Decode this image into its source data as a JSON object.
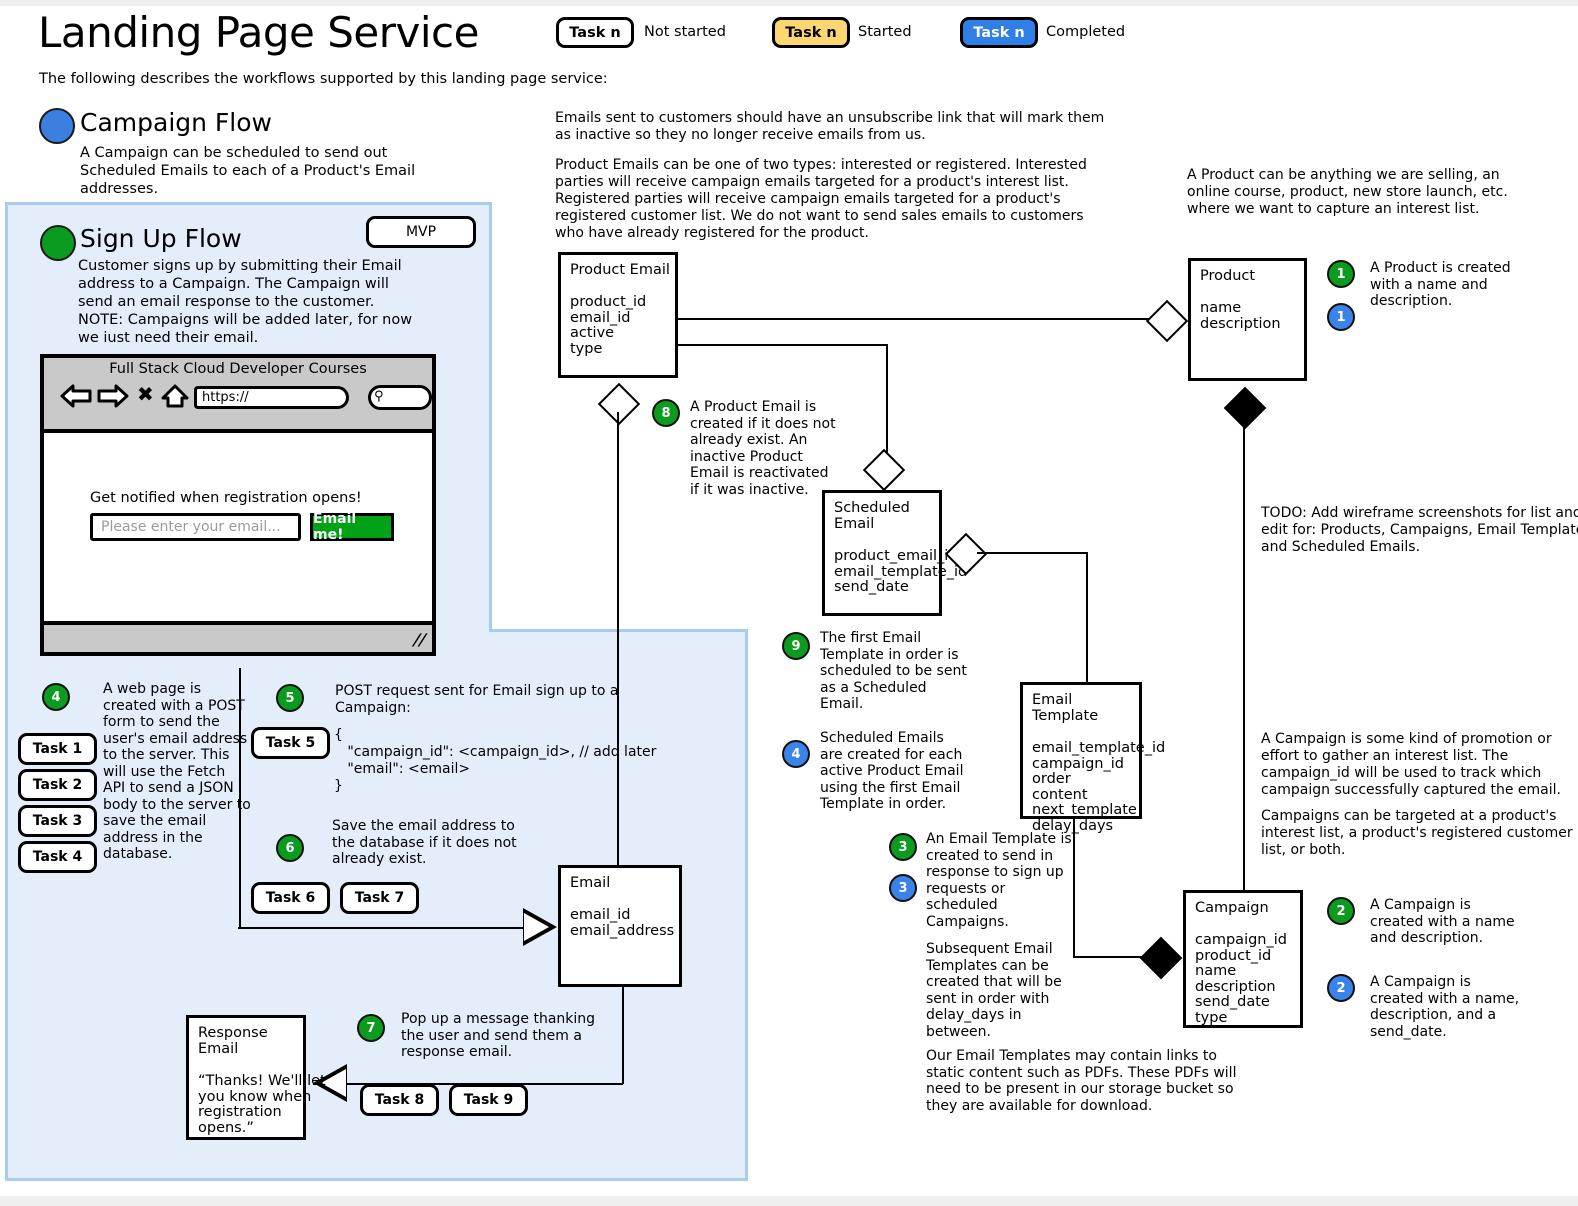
{
  "page": {
    "title": "Landing Page Service",
    "subtitle": "The following describes the workflows supported by this landing page service:"
  },
  "legend": {
    "items": [
      {
        "chip": "Task n",
        "label": "Not started",
        "color": "#ffffff"
      },
      {
        "chip": "Task n",
        "label": "Started",
        "color": "#fcd670"
      },
      {
        "chip": "Task n",
        "label": "Completed",
        "color": "#2f7fe8"
      }
    ]
  },
  "flows": {
    "campaign": {
      "dot_color": "#3b7fe0",
      "title": "Campaign Flow",
      "desc": "A Campaign can be scheduled to send out\nScheduled Emails to each of a Product's Email\naddresses."
    },
    "signup": {
      "dot_color": "#0b9b1e",
      "title": "Sign Up Flow",
      "badge": "MVP",
      "desc": "Customer signs up by submitting their Email\naddress to a Campaign. The Campaign will\nsend an email response to the customer.\nNOTE: Campaigns will be added later, for now\nwe iust need their email."
    }
  },
  "browser_mock": {
    "title": "Full Stack Cloud Developer Courses",
    "url_value": "https://",
    "icons": [
      "back-arrow-icon",
      "forward-arrow-icon",
      "close-x-icon",
      "home-icon",
      "search-icon"
    ],
    "headline": "Get notified when registration opens!",
    "email_placeholder": "Please enter your email...",
    "submit_label": "Email me!",
    "submit_color": "#00a317"
  },
  "notes": {
    "unsubscribe": "Emails sent to customers should have an unsubscribe link that will mark them\nas inactive so they no longer receive emails from us.",
    "product_email_types": "Product Emails can be one of two types: interested or registered. Interested\nparties will receive campaign emails targeted for a product's interest list.\nRegistered parties will receive campaign emails targeted for a product's\nregistered customer list. We do not want to send sales emails to customers\nwho have already registered for the product.",
    "product_definition": "A Product can be anything we are selling, an\nonline course, product, new store launch, etc.\nwhere we want to capture an interest list.",
    "todo": "TODO: Add wireframe screenshots for list and\nedit for: Products, Campaigns, Email Templates,\nand Scheduled Emails.",
    "campaign_definition": "A Campaign is some kind of promotion or\neffort to gather an interest list. The\ncampaign_id will be used to track which\ncampaign successfully captured the email.",
    "campaign_targeting": "Campaigns can be targeted at a product's\ninterest list, a product's registered customer\nlist, or both.",
    "subsequent_templates": "Subsequent Email\nTemplates can be\ncreated that will be\nsent in order with\ndelay_days in\nbetween.",
    "pdf_note": "Our Email Templates may contain links to\nstatic content such as PDFs. These PDFs will\nneed to be present in our storage bucket so\nthey are available for download."
  },
  "steps": {
    "s1_green": {
      "num": "1",
      "color": "green",
      "text": "A Product is created\nwith a name and\ndescription."
    },
    "s1_blue": {
      "num": "1",
      "color": "blue",
      "text": ""
    },
    "s2_green": {
      "num": "2",
      "color": "green",
      "text": "A Campaign is\ncreated with a name\nand description."
    },
    "s2_blue": {
      "num": "2",
      "color": "blue",
      "text": "A Campaign is\ncreated with a name,\ndescription, and a\nsend_date."
    },
    "s3_green": {
      "num": "3",
      "color": "green",
      "text": "An Email Template is\ncreated to send in\nresponse to sign up\nrequests or\nscheduled\nCampaigns."
    },
    "s3_blue": {
      "num": "3",
      "color": "blue",
      "text": ""
    },
    "s4_green": {
      "num": "4",
      "color": "green",
      "text": "A web page is\ncreated with a POST\nform to send the\nuser's email address\nto the server. This\nwill use the Fetch\nAPI to send a JSON\nbody to the server to\nsave the email\naddress in the\ndatabase."
    },
    "s4_blue": {
      "num": "4",
      "color": "blue",
      "text": "Scheduled Emails\nare created for each\nactive Product Email\nusing the first Email\nTemplate in order."
    },
    "s5": {
      "num": "5",
      "color": "green",
      "text": "POST request sent for Email sign up to a\nCampaign:"
    },
    "s6": {
      "num": "6",
      "color": "green",
      "text": "Save the email address to\nthe database if it does not\nalready exist."
    },
    "s7": {
      "num": "7",
      "color": "green",
      "text": "Pop up a message thanking\nthe user and send them a\nresponse email."
    },
    "s8": {
      "num": "8",
      "color": "green",
      "text": "A Product Email is\ncreated if it does not\nalready exist. An\ninactive Product\nEmail is reactivated\nif it was inactive."
    },
    "s9": {
      "num": "9",
      "color": "green",
      "text": "The first Email\nTemplate in order is\nscheduled to be sent\nas a Scheduled\nEmail."
    }
  },
  "json_payload": "{\n   \"campaign_id\": <campaign_id>, // add later\n   \"email\": <email>\n}",
  "tasks": {
    "t1": "Task 1",
    "t2": "Task 2",
    "t3": "Task 3",
    "t4": "Task 4",
    "t5": "Task 5",
    "t6": "Task 6",
    "t7": "Task 7",
    "t8": "Task 8",
    "t9": "Task 9"
  },
  "entities": {
    "product_email": {
      "title": "Product Email",
      "fields": "product_id\nemail_id\nactive\ntype"
    },
    "product": {
      "title": "Product",
      "fields": "name\ndescription"
    },
    "scheduled_email": {
      "title": "Scheduled Email",
      "fields": "product_email_id\nemail_template_id\nsend_date"
    },
    "email_template": {
      "title": "Email Template",
      "fields": "email_template_id\ncampaign_id\norder\ncontent\nnext_template\ndelay_days"
    },
    "campaign": {
      "title": "Campaign",
      "fields": "campaign_id\nproduct_id\nname\ndescription\nsend_date\ntype"
    },
    "email": {
      "title": "Email",
      "fields": "email_id\nemail_address"
    },
    "response_email": {
      "title": "Response Email",
      "fields": "“Thanks! We'll let\nyou know when\nregistration\nopens.”"
    }
  }
}
